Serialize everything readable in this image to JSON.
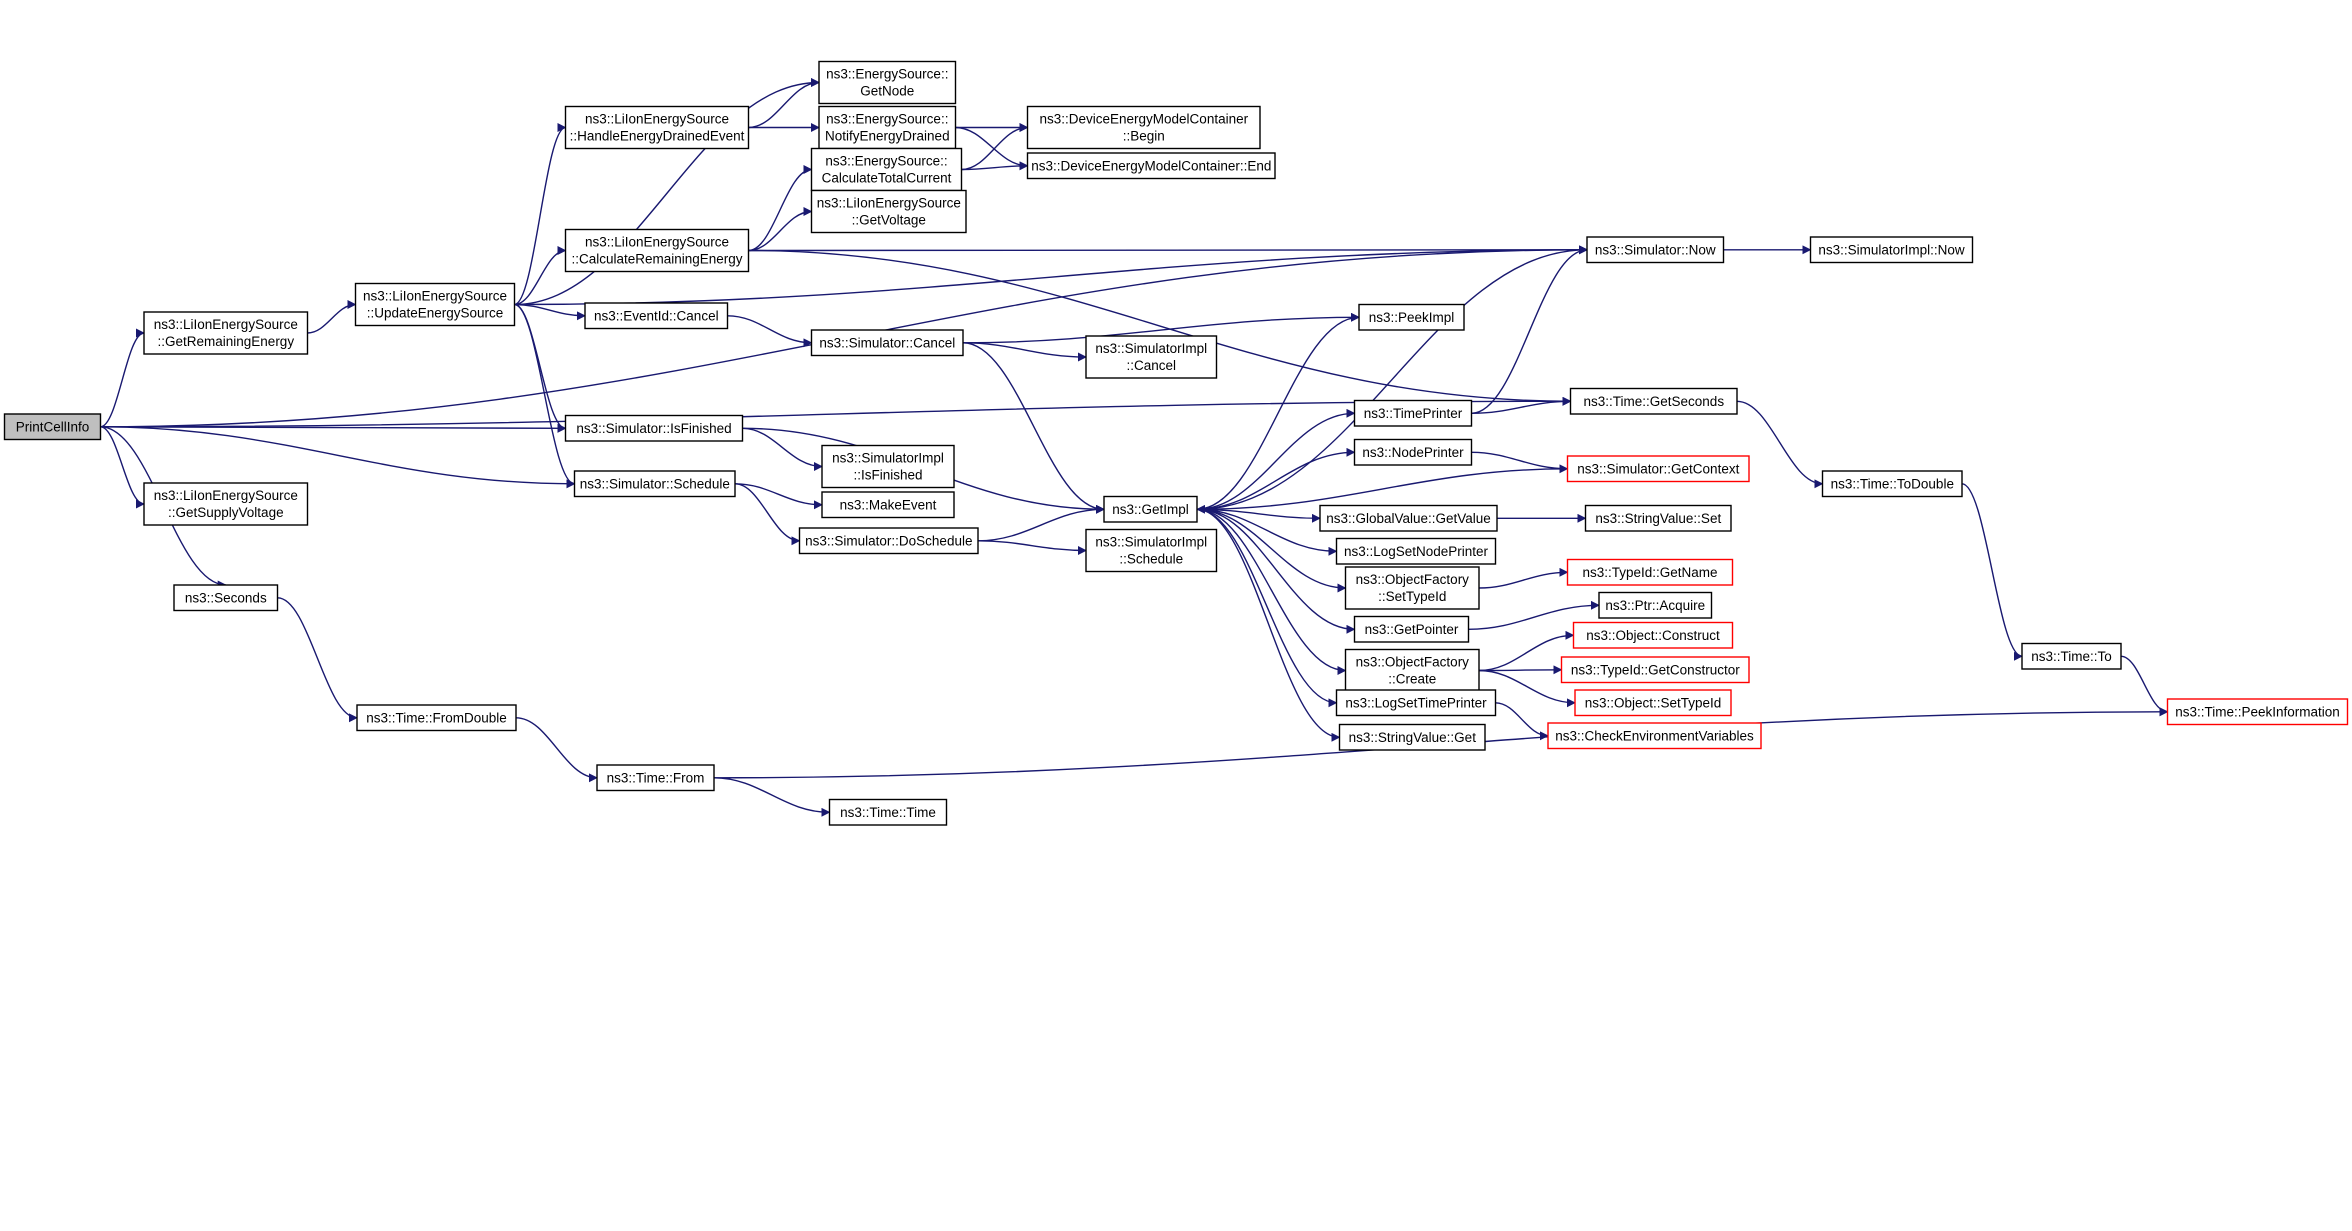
{
  "diagram": {
    "nodes": [
      {
        "id": "print",
        "lines": [
          "PrintCellInfo"
        ],
        "style": "root"
      },
      {
        "id": "getrem",
        "lines": [
          "ns3::LiIonEnergySource",
          "::GetRemainingEnergy"
        ],
        "style": "normal"
      },
      {
        "id": "getsupply",
        "lines": [
          "ns3::LiIonEnergySource",
          "::GetSupplyVoltage"
        ],
        "style": "normal"
      },
      {
        "id": "seconds",
        "lines": [
          "ns3::Seconds"
        ],
        "style": "normal"
      },
      {
        "id": "fromdouble",
        "lines": [
          "ns3::Time::FromDouble"
        ],
        "style": "normal"
      },
      {
        "id": "from",
        "lines": [
          "ns3::Time::From"
        ],
        "style": "normal"
      },
      {
        "id": "time",
        "lines": [
          "ns3::Time::Time"
        ],
        "style": "normal"
      },
      {
        "id": "update",
        "lines": [
          "ns3::LiIonEnergySource",
          "::UpdateEnergySource"
        ],
        "style": "normal"
      },
      {
        "id": "drained",
        "lines": [
          "ns3::LiIonEnergySource",
          "::HandleEnergyDrainedEvent"
        ],
        "style": "normal"
      },
      {
        "id": "calcrem",
        "lines": [
          "ns3::LiIonEnergySource",
          "::CalculateRemainingEnergy"
        ],
        "style": "normal"
      },
      {
        "id": "evcancel",
        "lines": [
          "ns3::EventId::Cancel"
        ],
        "style": "normal"
      },
      {
        "id": "isfin",
        "lines": [
          "ns3::Simulator::IsFinished"
        ],
        "style": "normal"
      },
      {
        "id": "sched",
        "lines": [
          "ns3::Simulator::Schedule"
        ],
        "style": "normal"
      },
      {
        "id": "getnode",
        "lines": [
          "ns3::EnergySource::",
          "GetNode"
        ],
        "style": "normal"
      },
      {
        "id": "notify",
        "lines": [
          "ns3::EnergySource::",
          "NotifyEnergyDrained"
        ],
        "style": "normal"
      },
      {
        "id": "calccur",
        "lines": [
          "ns3::EnergySource::",
          "CalculateTotalCurrent"
        ],
        "style": "normal"
      },
      {
        "id": "getvolt",
        "lines": [
          "ns3::LiIonEnergySource",
          "::GetVoltage"
        ],
        "style": "normal"
      },
      {
        "id": "simcancel",
        "lines": [
          "ns3::Simulator::Cancel"
        ],
        "style": "normal"
      },
      {
        "id": "implisfin",
        "lines": [
          "ns3::SimulatorImpl",
          "::IsFinished"
        ],
        "style": "normal"
      },
      {
        "id": "makeevent",
        "lines": [
          "ns3::MakeEvent"
        ],
        "style": "normal"
      },
      {
        "id": "dosched",
        "lines": [
          "ns3::Simulator::DoSchedule"
        ],
        "style": "normal"
      },
      {
        "id": "begin",
        "lines": [
          "ns3::DeviceEnergyModelContainer",
          "::Begin"
        ],
        "style": "normal"
      },
      {
        "id": "end",
        "lines": [
          "ns3::DeviceEnergyModelContainer::End"
        ],
        "style": "normal"
      },
      {
        "id": "implcancel",
        "lines": [
          "ns3::SimulatorImpl",
          "::Cancel"
        ],
        "style": "normal"
      },
      {
        "id": "implsched",
        "lines": [
          "ns3::SimulatorImpl",
          "::Schedule"
        ],
        "style": "normal"
      },
      {
        "id": "getimpl",
        "lines": [
          "ns3::GetImpl"
        ],
        "style": "normal"
      },
      {
        "id": "peekimpl",
        "lines": [
          "ns3::PeekImpl"
        ],
        "style": "normal"
      },
      {
        "id": "timeprinter",
        "lines": [
          "ns3::TimePrinter"
        ],
        "style": "normal"
      },
      {
        "id": "nodeprinter",
        "lines": [
          "ns3::NodePrinter"
        ],
        "style": "normal"
      },
      {
        "id": "gvget",
        "lines": [
          "ns3::GlobalValue::GetValue"
        ],
        "style": "normal"
      },
      {
        "id": "logsetnode",
        "lines": [
          "ns3::LogSetNodePrinter"
        ],
        "style": "normal"
      },
      {
        "id": "ofsettype",
        "lines": [
          "ns3::ObjectFactory",
          "::SetTypeId"
        ],
        "style": "normal"
      },
      {
        "id": "getpointer",
        "lines": [
          "ns3::GetPointer"
        ],
        "style": "normal"
      },
      {
        "id": "ofcreate",
        "lines": [
          "ns3::ObjectFactory",
          "::Create"
        ],
        "style": "normal"
      },
      {
        "id": "logsettime",
        "lines": [
          "ns3::LogSetTimePrinter"
        ],
        "style": "normal"
      },
      {
        "id": "svget",
        "lines": [
          "ns3::StringValue::Get"
        ],
        "style": "normal"
      },
      {
        "id": "simnow",
        "lines": [
          "ns3::Simulator::Now"
        ],
        "style": "normal"
      },
      {
        "id": "implnow",
        "lines": [
          "ns3::SimulatorImpl::Now"
        ],
        "style": "normal"
      },
      {
        "id": "getsecs",
        "lines": [
          "ns3::Time::GetSeconds"
        ],
        "style": "normal"
      },
      {
        "id": "getctx",
        "lines": [
          "ns3::Simulator::GetContext"
        ],
        "style": "truncated"
      },
      {
        "id": "svset",
        "lines": [
          "ns3::StringValue::Set"
        ],
        "style": "normal"
      },
      {
        "id": "getname",
        "lines": [
          "ns3::TypeId::GetName"
        ],
        "style": "truncated"
      },
      {
        "id": "acquire",
        "lines": [
          "ns3::Ptr::Acquire"
        ],
        "style": "normal"
      },
      {
        "id": "construct",
        "lines": [
          "ns3::Object::Construct"
        ],
        "style": "truncated"
      },
      {
        "id": "getctor",
        "lines": [
          "ns3::TypeId::GetConstructor"
        ],
        "style": "truncated"
      },
      {
        "id": "objsettype",
        "lines": [
          "ns3::Object::SetTypeId"
        ],
        "style": "truncated"
      },
      {
        "id": "checkenv",
        "lines": [
          "ns3::CheckEnvironmentVariables"
        ],
        "style": "truncated"
      },
      {
        "id": "todouble",
        "lines": [
          "ns3::Time::ToDouble"
        ],
        "style": "normal"
      },
      {
        "id": "to",
        "lines": [
          "ns3::Time::To"
        ],
        "style": "normal"
      },
      {
        "id": "peekinfo",
        "lines": [
          "ns3::Time::PeekInformation"
        ],
        "style": "truncated"
      }
    ],
    "edges": [
      [
        "print",
        "getrem"
      ],
      [
        "print",
        "getsupply"
      ],
      [
        "print",
        "seconds"
      ],
      [
        "print",
        "isfin"
      ],
      [
        "print",
        "sched"
      ],
      [
        "print",
        "getsecs"
      ],
      [
        "print",
        "simnow"
      ],
      [
        "getrem",
        "update"
      ],
      [
        "update",
        "drained"
      ],
      [
        "update",
        "calcrem"
      ],
      [
        "update",
        "evcancel"
      ],
      [
        "update",
        "isfin"
      ],
      [
        "update",
        "sched"
      ],
      [
        "update",
        "getnode"
      ],
      [
        "update",
        "simnow"
      ],
      [
        "drained",
        "getnode"
      ],
      [
        "drained",
        "notify"
      ],
      [
        "notify",
        "begin"
      ],
      [
        "notify",
        "end"
      ],
      [
        "calcrem",
        "calccur"
      ],
      [
        "calcrem",
        "getvolt"
      ],
      [
        "calcrem",
        "simnow"
      ],
      [
        "calcrem",
        "getsecs"
      ],
      [
        "calccur",
        "begin"
      ],
      [
        "calccur",
        "end"
      ],
      [
        "evcancel",
        "simcancel"
      ],
      [
        "simcancel",
        "peekimpl"
      ],
      [
        "simcancel",
        "implcancel"
      ],
      [
        "simcancel",
        "getimpl"
      ],
      [
        "isfin",
        "implisfin"
      ],
      [
        "isfin",
        "getimpl"
      ],
      [
        "sched",
        "makeevent"
      ],
      [
        "sched",
        "dosched"
      ],
      [
        "dosched",
        "getimpl"
      ],
      [
        "dosched",
        "implsched"
      ],
      [
        "getimpl",
        "peekimpl"
      ],
      [
        "getimpl",
        "timeprinter"
      ],
      [
        "getimpl",
        "nodeprinter"
      ],
      [
        "getimpl",
        "gvget"
      ],
      [
        "getimpl",
        "logsetnode"
      ],
      [
        "getimpl",
        "ofsettype"
      ],
      [
        "getimpl",
        "getpointer"
      ],
      [
        "getimpl",
        "ofcreate"
      ],
      [
        "getimpl",
        "logsettime"
      ],
      [
        "getimpl",
        "svget"
      ],
      [
        "getimpl",
        "simnow"
      ],
      [
        "getctx",
        "getimpl"
      ],
      [
        "timeprinter",
        "simnow"
      ],
      [
        "timeprinter",
        "getsecs"
      ],
      [
        "nodeprinter",
        "getctx"
      ],
      [
        "gvget",
        "svset"
      ],
      [
        "ofsettype",
        "getname"
      ],
      [
        "getpointer",
        "acquire"
      ],
      [
        "ofcreate",
        "construct"
      ],
      [
        "ofcreate",
        "getctor"
      ],
      [
        "ofcreate",
        "objsettype"
      ],
      [
        "logsettime",
        "checkenv"
      ],
      [
        "simnow",
        "implnow"
      ],
      [
        "getsecs",
        "todouble"
      ],
      [
        "todouble",
        "to"
      ],
      [
        "to",
        "peekinfo"
      ],
      [
        "seconds",
        "fromdouble"
      ],
      [
        "fromdouble",
        "from"
      ],
      [
        "from",
        "time"
      ],
      [
        "from",
        "peekinfo"
      ]
    ],
    "colors": {
      "edge": "#191970",
      "border": "#000000",
      "truncated_border": "#ff0000",
      "root_fill": "#bfbfbf",
      "node_fill": "#ffffff"
    }
  }
}
